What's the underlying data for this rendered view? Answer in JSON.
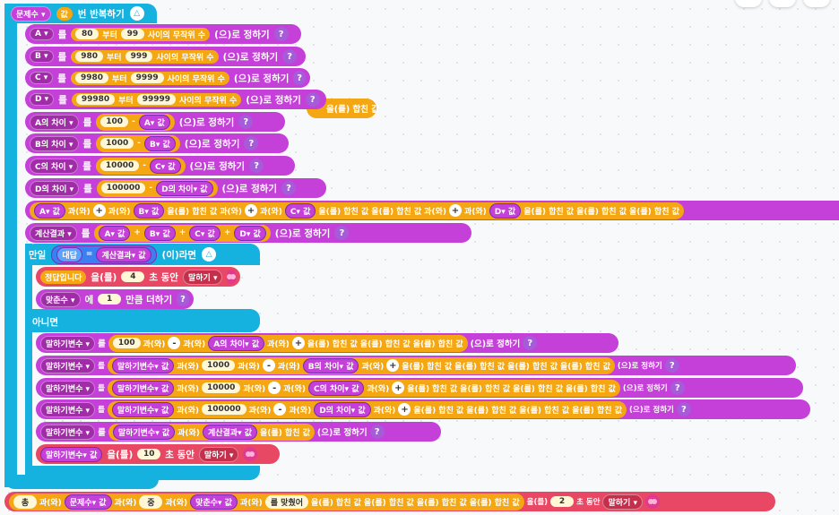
{
  "words": {
    "reul": "를",
    "setto": "(으)로 정하기",
    "from": "부터",
    "between": "사이의 무작위 수",
    "val": "값",
    "gwa": "과(와)",
    "join": "을(를) 합친 값",
    "eul": "을(를)",
    "for": "초 동안",
    "add": "에",
    "add2": "만큼 더하기",
    "q": "?",
    "times": "번 반복하기",
    "if": "만일",
    "then": "(이)라면",
    "else": "아니면",
    "eq": "=",
    "plus": "+",
    "minus": "-"
  },
  "vars": {
    "qcount": "문제수",
    "A": "A",
    "B": "B",
    "C": "C",
    "D": "D",
    "Adiff": "A의 차이",
    "Bdiff": "B의 차이",
    "Cdiff": "C의 차이",
    "Ddiff": "D의 차이",
    "result": "계산결과",
    "answer": "대답",
    "correct": "맞춘수",
    "speech": "말하기변수",
    "total": "총",
    "mid": "중",
    "matched": "를 맞췄어"
  },
  "nums": {
    "a1": "80",
    "a2": "99",
    "b1": "980",
    "b2": "999",
    "c1": "9980",
    "c2": "9999",
    "d1": "99980",
    "d2": "99999",
    "k100": "100",
    "k1000": "1000",
    "k10000": "10000",
    "k100000": "100000",
    "sec4": "4",
    "sec10": "10",
    "sec2": "2",
    "one": "1"
  },
  "texts": {
    "correctMsg": "정답입니다",
    "say": "말하기",
    "overflow": "을(를) 합친 값"
  },
  "colors": {
    "frame": "#15b2e0",
    "block": "#c53fd9",
    "looks": "#e84863",
    "value": "#f4a713"
  }
}
